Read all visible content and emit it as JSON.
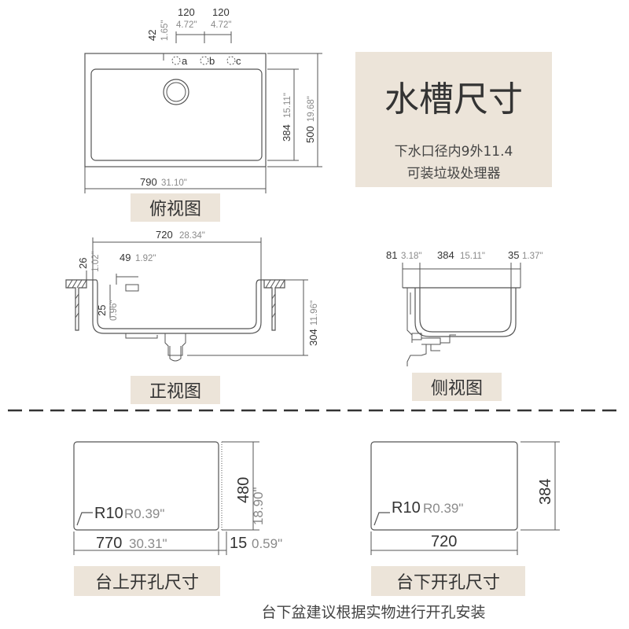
{
  "title": "水槽尺寸",
  "notes": [
    "下水口径内9外11.4",
    "可装垃圾处理器"
  ],
  "labels": {
    "top_view": "俯视图",
    "front_view": "正视图",
    "side_view": "侧视图",
    "overmount_cutout": "台上开孔尺寸",
    "undermount_cutout": "台下开孔尺寸"
  },
  "footnote": "台下盆建议根据实物进行开孔安装",
  "top_view": {
    "spacing_a": "120",
    "spacing_a_in": "4.72\"",
    "spacing_b": "120",
    "spacing_b_in": "4.72\"",
    "offset": "42",
    "offset_in": "1.65\"",
    "hole_a": "a",
    "hole_b": "b",
    "hole_c": "c",
    "width": "790",
    "width_in": "31.10\"",
    "bowl_depth": "384",
    "bowl_depth_in": "15.11\"",
    "depth": "500",
    "depth_in": "19.68\""
  },
  "front_view": {
    "width": "720",
    "width_in": "28.34\"",
    "rim": "26",
    "rim_in": "1.02\"",
    "overflow": "49",
    "overflow_in": "1.92\"",
    "overflow_h": "25",
    "overflow_h_in": "0.96\"",
    "height": "304",
    "height_in": "11.96\""
  },
  "side_view": {
    "left": "81",
    "left_in": "3.18\"",
    "bowl": "384",
    "bowl_in": "15.11\"",
    "right": "35",
    "right_in": "1.37\""
  },
  "overmount": {
    "height": "480",
    "height_in": "18.90\"",
    "radius": "R10",
    "radius_in": "R0.39\"",
    "width": "770",
    "width_in": "30.31\"",
    "gap": "15",
    "gap_in": "0.59\""
  },
  "undermount": {
    "height": "384",
    "radius": "R10",
    "radius_in": "R0.39\"",
    "width": "720"
  },
  "colors": {
    "label_bg": "#ece4d9",
    "line": "#555555",
    "dashed": "#333333"
  }
}
